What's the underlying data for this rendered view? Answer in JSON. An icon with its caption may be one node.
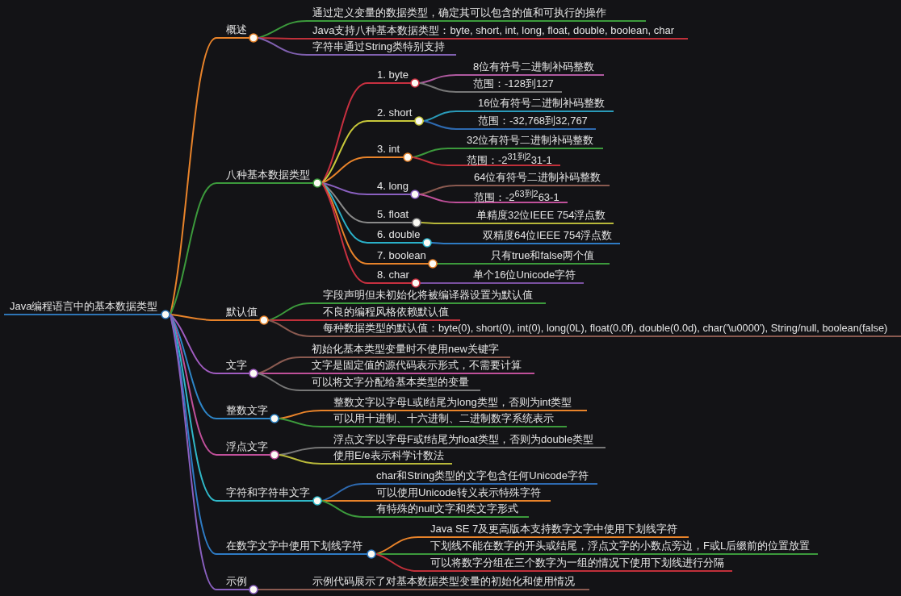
{
  "diagram": {
    "nodes": [
      {
        "text": [
          "Java编程语言中的基本数据类型"
        ]
      },
      {
        "text": [
          "概述"
        ]
      },
      {
        "text": [
          "通过定义变量的数据类型，确定其可以包含的值和可执行的操作"
        ]
      },
      {
        "text": [
          "Java支持八种基本数据类型：byte, short, int, long, float, double, boolean, char"
        ]
      },
      {
        "text": [
          "字符串通过String类特别支持"
        ]
      },
      {
        "text": [
          "八种基本数据类型"
        ]
      },
      {
        "text": [
          "1. byte"
        ]
      },
      {
        "text": [
          "8位有符号二进制补码整数"
        ]
      },
      {
        "text": [
          "范围：-128到127"
        ]
      },
      {
        "text": [
          "2. short"
        ]
      },
      {
        "text": [
          "16位有符号二进制补码整数"
        ]
      },
      {
        "text": [
          "范围：-32,768到32,767"
        ]
      },
      {
        "text": [
          "3. int"
        ]
      },
      {
        "text": [
          "32位有符号二进制补码整数"
        ]
      },
      {
        "text": [
          "范围：-2$^{31到2}$31-1"
        ]
      },
      {
        "text": [
          "4. long"
        ]
      },
      {
        "text": [
          "64位有符号二进制补码整数"
        ]
      },
      {
        "text": [
          "范围：-2$^{63到2}$63-1"
        ]
      },
      {
        "text": [
          "5. float"
        ]
      },
      {
        "text": [
          "单精度32位IEEE 754浮点数"
        ]
      },
      {
        "text": [
          "6. double"
        ]
      },
      {
        "text": [
          "双精度64位IEEE 754浮点数"
        ]
      },
      {
        "text": [
          "7. boolean"
        ]
      },
      {
        "text": [
          "只有true和false两个值"
        ]
      },
      {
        "text": [
          "8. char"
        ]
      },
      {
        "text": [
          "单个16位Unicode字符"
        ]
      },
      {
        "text": [
          "默认值"
        ]
      },
      {
        "text": [
          "字段声明但未初始化将被编译器设置为默认值"
        ]
      },
      {
        "text": [
          "不良的编程风格依赖默认值"
        ]
      },
      {
        "text": [
          "每种数据类型的默认值：byte(0), short(0), int(0), long(0L), float(0.0f), double(0.0d), char('\\u0000'), String/null, boolean(false)"
        ]
      },
      {
        "text": [
          "文字"
        ]
      },
      {
        "text": [
          "初始化基本类型变量时不使用new关键字"
        ]
      },
      {
        "text": [
          "文字是固定值的源代码表示形式，不需要计算"
        ]
      },
      {
        "text": [
          "可以将文字分配给基本类型的变量"
        ]
      },
      {
        "text": [
          "整数文字"
        ]
      },
      {
        "text": [
          "整数文字以字母L或l结尾为long类型，否则为int类型"
        ]
      },
      {
        "text": [
          "可以用十进制、十六进制、二进制数字系统表示"
        ]
      },
      {
        "text": [
          "浮点文字"
        ]
      },
      {
        "text": [
          "浮点文字以字母F或f结尾为float类型，否则为double类型"
        ]
      },
      {
        "text": [
          "使用E/e表示科学计数法"
        ]
      },
      {
        "text": [
          "字符和字符串文字"
        ]
      },
      {
        "text": [
          "char和String类型的文字包含任何Unicode字符"
        ]
      },
      {
        "text": [
          "可以使用Unicode转义表示特殊字符"
        ]
      },
      {
        "text": [
          "有特殊的null文字和类文字形式"
        ]
      },
      {
        "text": [
          "在数字文字中使用下划线字符"
        ]
      },
      {
        "text": [
          "Java SE 7及更高版本支持数字文字中使用下划线字符"
        ]
      },
      {
        "text": [
          "下划线不能在数字的开头或结尾，浮点文字的小数点旁边，F或L后缀前的位置放置"
        ]
      },
      {
        "text": [
          "可以将数字分组在三个数字为一组的情况下使用下划线进行分隔"
        ]
      },
      {
        "text": [
          "示例"
        ]
      },
      {
        "text": [
          "示例代码展示了对基本数据类型变量的初始化和使用情况"
        ]
      }
    ],
    "edges": [
      {
        "from": 0,
        "to": 1,
        "arrow": "none",
        "color": "#e8832a"
      },
      {
        "from": 0,
        "to": 5,
        "arrow": "none",
        "color": "#3c9a3c"
      },
      {
        "from": 0,
        "to": 26,
        "arrow": "none",
        "color": "#e8832a"
      },
      {
        "from": 0,
        "to": 30,
        "arrow": "none",
        "color": "#a05cc0"
      },
      {
        "from": 0,
        "to": 34,
        "arrow": "none",
        "color": "#2e86c8"
      },
      {
        "from": 0,
        "to": 37,
        "arrow": "none",
        "color": "#c0509a"
      },
      {
        "from": 0,
        "to": 40,
        "arrow": "none",
        "color": "#30b8c8"
      },
      {
        "from": 0,
        "to": 44,
        "arrow": "none",
        "color": "#2e7bc4"
      },
      {
        "from": 0,
        "to": 48,
        "arrow": "none",
        "color": "#8a60c0"
      },
      {
        "from": 1,
        "to": 2,
        "arrow": "none",
        "color": "#3c9a3c"
      },
      {
        "from": 1,
        "to": 3,
        "arrow": "none",
        "color": "#c0303a"
      },
      {
        "from": 1,
        "to": 4,
        "arrow": "none",
        "color": "#8060b0"
      },
      {
        "from": 5,
        "to": 6,
        "arrow": "none",
        "color": "#c83040"
      },
      {
        "from": 5,
        "to": 9,
        "arrow": "none",
        "color": "#c8c83a"
      },
      {
        "from": 5,
        "to": 12,
        "arrow": "none",
        "color": "#e8832a"
      },
      {
        "from": 5,
        "to": 15,
        "arrow": "none",
        "color": "#8a60c0"
      },
      {
        "from": 5,
        "to": 18,
        "arrow": "none",
        "color": "#8a8a8a"
      },
      {
        "from": 5,
        "to": 20,
        "arrow": "none",
        "color": "#2ab0c8"
      },
      {
        "from": 5,
        "to": 22,
        "arrow": "none",
        "color": "#e8832a"
      },
      {
        "from": 5,
        "to": 24,
        "arrow": "none",
        "color": "#c83040"
      },
      {
        "from": 6,
        "to": 7,
        "arrow": "none",
        "color": "#b05aa0"
      },
      {
        "from": 6,
        "to": 8,
        "arrow": "none",
        "color": "#777777"
      },
      {
        "from": 9,
        "to": 10,
        "arrow": "none",
        "color": "#2a9ab8"
      },
      {
        "from": 9,
        "to": 11,
        "arrow": "none",
        "color": "#2e6ab0"
      },
      {
        "from": 12,
        "to": 13,
        "arrow": "none",
        "color": "#3c9a3c"
      },
      {
        "from": 12,
        "to": 14,
        "arrow": "none",
        "color": "#c0303a"
      },
      {
        "from": 15,
        "to": 16,
        "arrow": "none",
        "color": "#8a5a50"
      },
      {
        "from": 15,
        "to": 17,
        "arrow": "none",
        "color": "#c0509a"
      },
      {
        "from": 18,
        "to": 19,
        "arrow": "none",
        "color": "#b8b83a"
      },
      {
        "from": 20,
        "to": 21,
        "arrow": "none",
        "color": "#2e7bc4"
      },
      {
        "from": 22,
        "to": 23,
        "arrow": "none",
        "color": "#3c9a3c"
      },
      {
        "from": 24,
        "to": 25,
        "arrow": "none",
        "color": "#7a50a0"
      },
      {
        "from": 26,
        "to": 27,
        "arrow": "none",
        "color": "#3c9a3c"
      },
      {
        "from": 26,
        "to": 28,
        "arrow": "none",
        "color": "#c0303a"
      },
      {
        "from": 26,
        "to": 29,
        "arrow": "none",
        "color": "#8a5a50"
      },
      {
        "from": 30,
        "to": 31,
        "arrow": "none",
        "color": "#8a5a50"
      },
      {
        "from": 30,
        "to": 32,
        "arrow": "none",
        "color": "#c0509a"
      },
      {
        "from": 30,
        "to": 33,
        "arrow": "none",
        "color": "#777777"
      },
      {
        "from": 34,
        "to": 35,
        "arrow": "none",
        "color": "#e8832a"
      },
      {
        "from": 34,
        "to": 36,
        "arrow": "none",
        "color": "#3c9a3c"
      },
      {
        "from": 37,
        "to": 38,
        "arrow": "none",
        "color": "#777777"
      },
      {
        "from": 37,
        "to": 39,
        "arrow": "none",
        "color": "#b8b83a"
      },
      {
        "from": 40,
        "to": 41,
        "arrow": "none",
        "color": "#2e6ab0"
      },
      {
        "from": 40,
        "to": 42,
        "arrow": "none",
        "color": "#e8832a"
      },
      {
        "from": 40,
        "to": 43,
        "arrow": "none",
        "color": "#3c9a3c"
      },
      {
        "from": 44,
        "to": 45,
        "arrow": "none",
        "color": "#e8832a"
      },
      {
        "from": 44,
        "to": 46,
        "arrow": "none",
        "color": "#3c9a3c"
      },
      {
        "from": 44,
        "to": 47,
        "arrow": "none",
        "color": "#c0303a"
      },
      {
        "from": 48,
        "to": 49,
        "arrow": "none",
        "color": "#8a5a50"
      }
    ]
  }
}
